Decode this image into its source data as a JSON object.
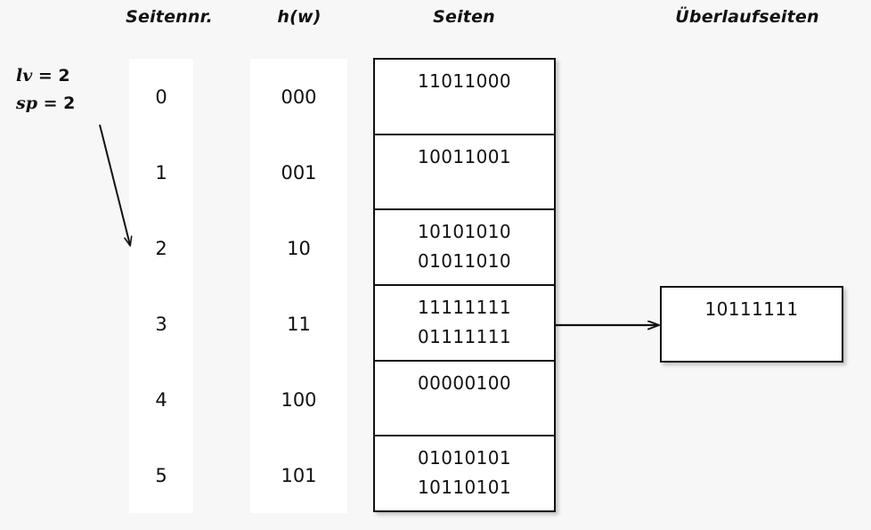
{
  "background_color": "#f7f7f7",
  "headers": {
    "seitennr": "Seitennr.",
    "hw": "h(w)",
    "seiten": "Seiten",
    "ueberlaufseiten": "Überlaufseiten"
  },
  "params": {
    "lv_label": "lv",
    "lv_value": "= 2",
    "sp_label": "sp",
    "sp_value": "= 2"
  },
  "page_numbers": [
    "0",
    "1",
    "2",
    "3",
    "4",
    "5"
  ],
  "hash_values": [
    "000",
    "001",
    "10",
    "11",
    "100",
    "101"
  ],
  "pages": [
    {
      "entries": [
        "11011000"
      ]
    },
    {
      "entries": [
        "10011001"
      ]
    },
    {
      "entries": [
        "10101010",
        "01011010"
      ]
    },
    {
      "entries": [
        "11111111",
        "01111111"
      ]
    },
    {
      "entries": [
        "00000100"
      ]
    },
    {
      "entries": [
        "01010101",
        "10110101"
      ]
    }
  ],
  "overflow_pages": [
    {
      "entries": [
        "10111111"
      ],
      "from_page_index": 3
    }
  ],
  "colors": {
    "line": "#111111",
    "panel": "#ffffff",
    "text": "#111111"
  }
}
